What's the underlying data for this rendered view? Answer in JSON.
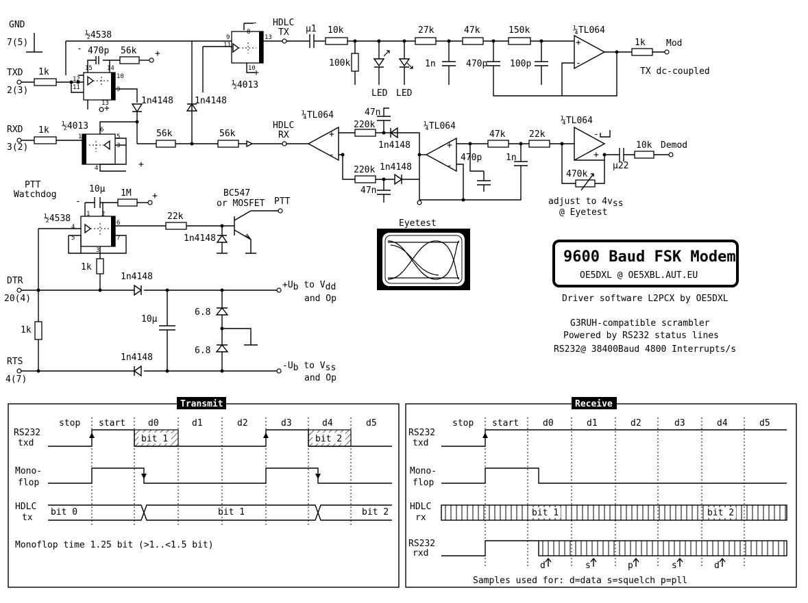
{
  "schematic": {
    "pins": {
      "gnd": "GND",
      "gnd_pin": "7(5)",
      "txd": "TXD",
      "txd_pin": "2(3)",
      "rxd": "RXD",
      "rxd_pin": "3(2)",
      "dtr": "DTR",
      "dtr_pin": "20(4)",
      "rts": "RTS",
      "rts_pin": "4(7)"
    },
    "ics": {
      "u4538_top": "½4538",
      "u4013_top": "½4013",
      "u4013_mid": "½4013",
      "u4538_bot": "½4538",
      "tl064_tx": "¼TL064",
      "tl064_rx1": "¼TL064",
      "tl064_rx2": "¼TL064",
      "tl064_rx3": "¼TL064"
    },
    "pin_numbers": [
      "12",
      "11",
      "15",
      "14",
      "10",
      "9",
      "13",
      "9",
      "11",
      "8",
      "13",
      "10",
      "1",
      "6",
      "5",
      "3",
      "4",
      "1",
      "2",
      "6",
      "5",
      "7",
      "3"
    ],
    "values": {
      "r_1k_txd": "1k",
      "c_470p_mono": "470p",
      "r_56k_mono": "56k",
      "d_1n4148_a": "1n4148",
      "d_1n4148_b": "1n4148",
      "r_1k_rxd": "1k",
      "r_56k_a": "56k",
      "r_56k_b": "56k",
      "c_u1": "µ1",
      "r_10k_tx": "10k",
      "r_100k": "100k",
      "r_27k": "27k",
      "c_1n_tx": "1n",
      "r_47k_tx": "47k",
      "c_470p_tx": "470p",
      "r_150k": "150k",
      "c_100p": "100p",
      "r_1k_mod": "1k",
      "c_47n_a": "47n",
      "r_220k_a": "220k",
      "d_1n4148_c": "1n4148",
      "r_220k_b": "220k",
      "d_1n4148_d": "1n4148",
      "c_47n_b": "47n",
      "c_470p_rx": "470p",
      "r_47k_rx": "47k",
      "c_1n_rx": "1n",
      "r_22k_rx": "22k",
      "p_470k": "470k",
      "c_u22": "µ22",
      "r_10k_rx": "10k",
      "c_10u_wd": "10µ",
      "r_1m": "1M",
      "r_22k_ptt": "22k",
      "d_1n4148_ptt": "1n4148",
      "r_1k_wd": "1k",
      "d_1n4148_dtr": "1n4148",
      "c_10u_pwr": "10µ",
      "z_68_a": "6.8",
      "z_68_b": "6.8",
      "d_1n4148_rts": "1n4148",
      "r_1k_rts": "1k"
    },
    "labels": {
      "hdlc_tx": "HDLC",
      "hdlc_tx2": "TX",
      "hdlc_rx": "HDLC",
      "hdlc_rx2": "RX",
      "led_a": "LED",
      "led_b": "LED",
      "mod": "Mod",
      "tx_dc": "TX dc-coupled",
      "demod": "Demod",
      "adjust1": "adjust to 4v",
      "adjust_sub": "ss",
      "adjust2": "@ Eyetest",
      "eyetest": "Eyetest",
      "ptt_watchdog1": "PTT",
      "ptt_watchdog2": "Watchdog",
      "bc547": "BC547",
      "mosfet": "or MOSFET",
      "ptt": "PTT",
      "ub_pos": "+U",
      "ub_pos_sub": "b",
      "ub_pos_to": " to V",
      "ub_pos_vsub": "dd",
      "ub_pos_2": "and Op",
      "ub_neg": "-U",
      "ub_neg_sub": "b",
      "ub_neg_to": " to V",
      "ub_neg_vsub": "ss",
      "ub_neg_2": "and Op",
      "minus": "-",
      "plus": "+"
    }
  },
  "title_box": {
    "title": "9600 Baud FSK Modem",
    "subtitle": "OE5DXL @ OE5XBL.AUT.EU"
  },
  "notes": [
    "Driver software L2PCX by OE5DXL",
    "G3RUH-compatible scrambler",
    "Powered by RS232 status lines",
    "RS232@ 38400Baud 4800 Interrupts/s"
  ],
  "transmit_panel": {
    "title": "Transmit",
    "phases": [
      "stop",
      "start",
      "d0",
      "d1",
      "d2",
      "d3",
      "d4",
      "d5"
    ],
    "rows": [
      {
        "l1": "RS232",
        "l2": "txd"
      },
      {
        "l1": "Mono-",
        "l2": "flop"
      },
      {
        "l1": "HDLC",
        "l2": "tx"
      }
    ],
    "bit_labels": {
      "txd_bit1": "bit 1",
      "txd_bit2": "bit 2",
      "hdlc_bit0": "bit 0",
      "hdlc_bit1": "bit 1",
      "hdlc_bit2": "bit 2"
    },
    "note": "Monoflop time 1.25 bit (>1..<1.5 bit)"
  },
  "receive_panel": {
    "title": "Receive",
    "phases": [
      "stop",
      "start",
      "d0",
      "d1",
      "d2",
      "d3",
      "d4",
      "d5"
    ],
    "rows": [
      {
        "l1": "RS232",
        "l2": "txd"
      },
      {
        "l1": "Mono-",
        "l2": "flop"
      },
      {
        "l1": "HDLC",
        "l2": "rx"
      },
      {
        "l1": "RS232",
        "l2": "rxd"
      }
    ],
    "bit_labels": {
      "rx_bit1": "bit 1",
      "rx_bit2": "bit 2"
    },
    "samples": [
      "d",
      "s",
      "p",
      "s",
      "d"
    ],
    "legend": "Samples used for:  d=data  s=squelch  p=pll"
  }
}
